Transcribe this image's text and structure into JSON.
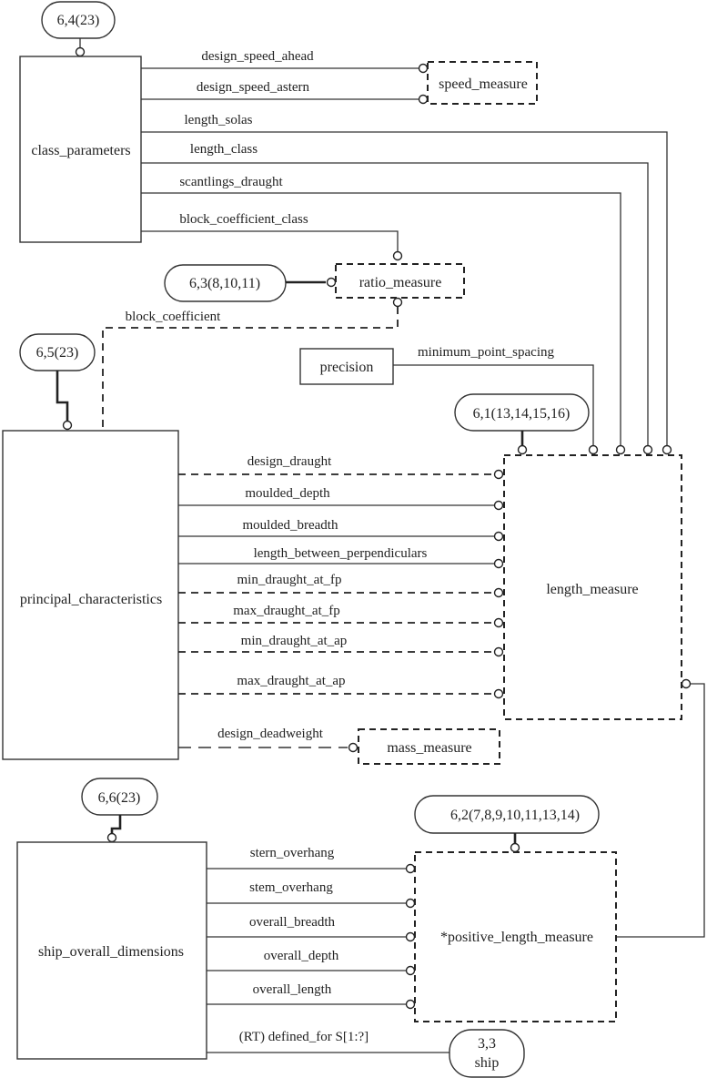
{
  "entities": {
    "class_parameters": "class_parameters",
    "principal_characteristics": "principal_characteristics",
    "ship_overall_dimensions": "ship_overall_dimensions",
    "precision": "precision"
  },
  "types": {
    "speed_measure": "speed_measure",
    "ratio_measure": "ratio_measure",
    "length_measure": "length_measure",
    "mass_measure": "mass_measure",
    "positive_length_measure": "*positive_length_measure"
  },
  "page_refs": {
    "class_parameters_ref": "6,4(23)",
    "ratio_measure_ref": "6,3(8,10,11)",
    "principal_characteristics_ref": "6,5(23)",
    "length_measure_ref": "6,1(13,14,15,16)",
    "ship_overall_dimensions_ref": "6,6(23)",
    "positive_length_measure_ref": "6,2(7,8,9,10,11,13,14)",
    "ship_ref_line1": "3,3",
    "ship_ref_line2": "ship"
  },
  "attributes": {
    "class_parameters": [
      "design_speed_ahead",
      "design_speed_astern",
      "length_solas",
      "length_class",
      "scantlings_draught",
      "block_coefficient_class"
    ],
    "principal_characteristics_block": "block_coefficient",
    "precision": "minimum_point_spacing",
    "principal_characteristics": [
      "design_draught",
      "moulded_depth",
      "moulded_breadth",
      "length_between_perpendiculars",
      "min_draught_at_fp",
      "max_draught_at_fp",
      "min_draught_at_ap",
      "max_draught_at_ap"
    ],
    "design_deadweight": "design_deadweight",
    "ship_overall_dimensions": [
      "stern_overhang",
      "stem_overhang",
      "overall_breadth",
      "overall_depth",
      "overall_length"
    ],
    "defined_for": "(RT) defined_for  S[1:?]"
  }
}
